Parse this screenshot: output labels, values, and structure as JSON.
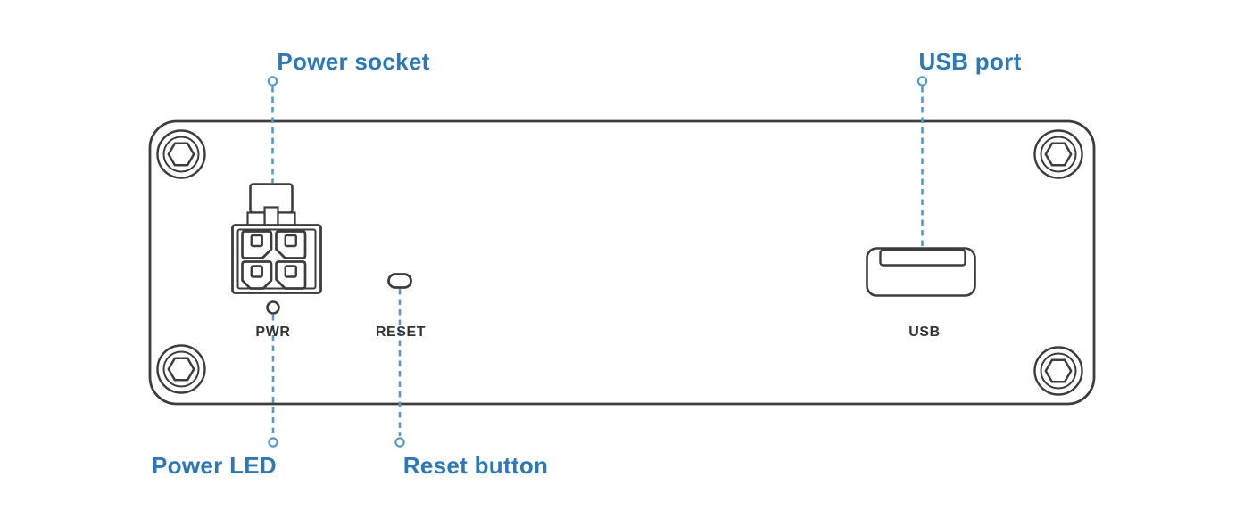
{
  "diagram": {
    "callouts": {
      "power_socket": "Power socket",
      "usb_port": "USB port",
      "power_led": "Power LED",
      "reset_button": "Reset button"
    },
    "panel_labels": {
      "pwr": "PWR",
      "reset": "RESET",
      "usb": "USB"
    },
    "colors": {
      "callout_text": "#2b79ba",
      "leader_line": "#5699cf",
      "outline": "#3d3d3d",
      "panel_label_text": "#353535",
      "background": "#ffffff"
    },
    "icons": {
      "corner_screw": "hex-socket-screw-icon",
      "power_socket": "four-pin-power-connector-icon",
      "power_led": "led-circle-icon",
      "reset_button": "reset-pinhole-icon",
      "usb_port": "usb-a-port-icon"
    }
  }
}
